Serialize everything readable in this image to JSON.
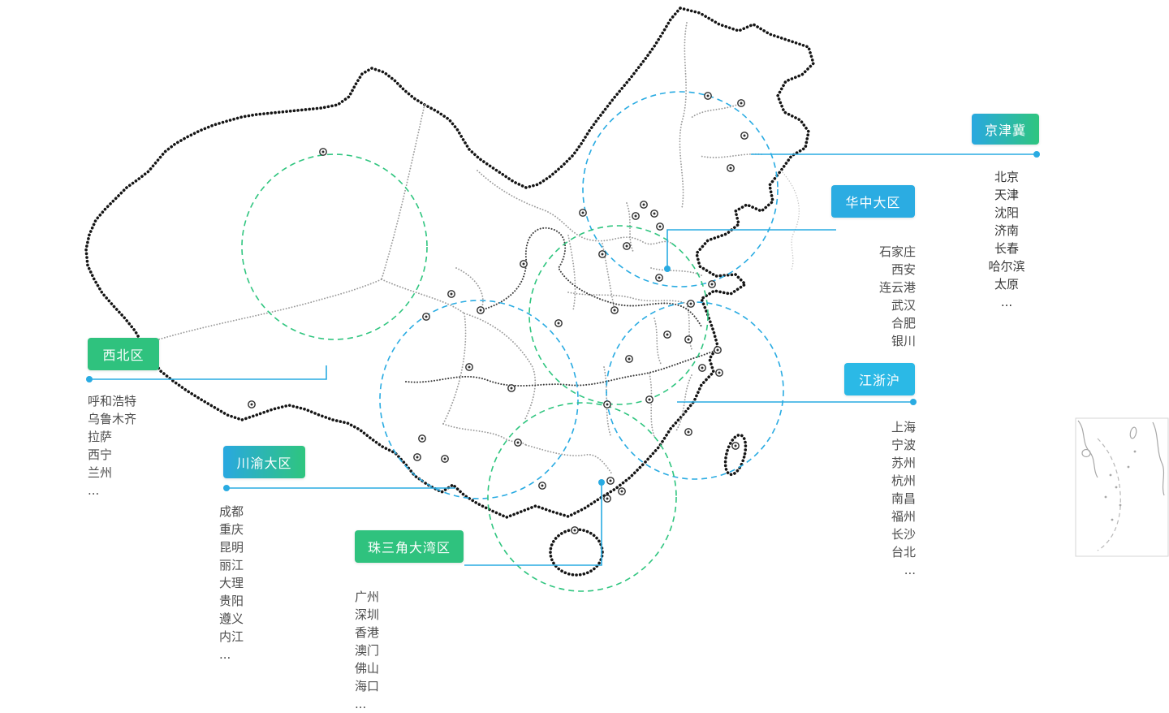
{
  "colors": {
    "blue": "#29ABE2",
    "cyan": "#2BB9E6",
    "green": "#2FC27E",
    "gradient_start": "#29A8E0",
    "gradient_end": "#2FC57F",
    "label_text": "#FFFFFF",
    "city_text": "#4D4D4D",
    "map_outline": "#151515",
    "connector": "#29ABE2"
  },
  "regions": [
    {
      "id": "jingjinji",
      "label": "京津冀",
      "accent": "gradient-blue-green",
      "cities": [
        "北京",
        "天津",
        "沈阳",
        "济南",
        "长春",
        "哈尔滨",
        "太原",
        "..."
      ]
    },
    {
      "id": "huazhong",
      "label": "华中大区",
      "accent": "blue",
      "cities": [
        "石家庄",
        "西安",
        "连云港",
        "武汉",
        "合肥",
        "银川"
      ]
    },
    {
      "id": "xibei",
      "label": "西北区",
      "accent": "green",
      "cities": [
        "呼和浩特",
        "乌鲁木齐",
        "拉萨",
        "西宁",
        "兰州",
        "..."
      ]
    },
    {
      "id": "jiangzhehu",
      "label": "江浙沪",
      "accent": "cyan",
      "cities": [
        "上海",
        "宁波",
        "苏州",
        "杭州",
        "南昌",
        "福州",
        "长沙",
        "台北",
        "..."
      ]
    },
    {
      "id": "chuanyu",
      "label": "川渝大区",
      "accent": "gradient-blue-green",
      "cities": [
        "成都",
        "重庆",
        "昆明",
        "丽江",
        "大理",
        "贵阳",
        "遵义",
        "内江",
        "..."
      ]
    },
    {
      "id": "zhusanjiao",
      "label": "珠三角大湾区",
      "accent": "green",
      "cities": [
        "广州",
        "深圳",
        "香港",
        "澳门",
        "佛山",
        "海口",
        "..."
      ]
    }
  ]
}
